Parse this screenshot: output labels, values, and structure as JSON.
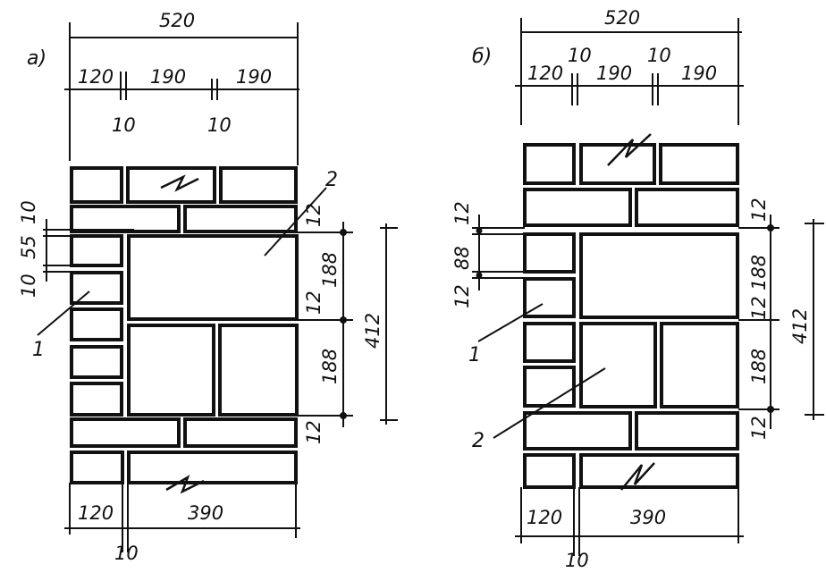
{
  "panel_a": {
    "label": "а)",
    "top_total": "520",
    "top_segments": [
      "120",
      "190",
      "190"
    ],
    "top_joints": [
      "10",
      "10"
    ],
    "left_dims": [
      "10",
      "55",
      "10"
    ],
    "right_small_1": "12",
    "right_mid_1": "188",
    "right_small_2": "12",
    "right_mid_2": "188",
    "right_small_3": "12",
    "right_total": "412",
    "bottom_segments": [
      "120",
      "390"
    ],
    "bottom_joint": "10",
    "callout_1": "1",
    "callout_2": "2"
  },
  "panel_b": {
    "label": "б)",
    "top_total": "520",
    "top_segments": [
      "120",
      "190",
      "190"
    ],
    "top_joints": [
      "10",
      "10"
    ],
    "left_dims": [
      "12",
      "88",
      "12"
    ],
    "right_small_1": "12",
    "right_mid_1": "188",
    "right_small_2": "12",
    "right_mid_2": "188",
    "right_small_3": "12",
    "right_total": "412",
    "bottom_segments": [
      "120",
      "390"
    ],
    "bottom_joint": "10",
    "callout_1": "1",
    "callout_2": "2"
  }
}
